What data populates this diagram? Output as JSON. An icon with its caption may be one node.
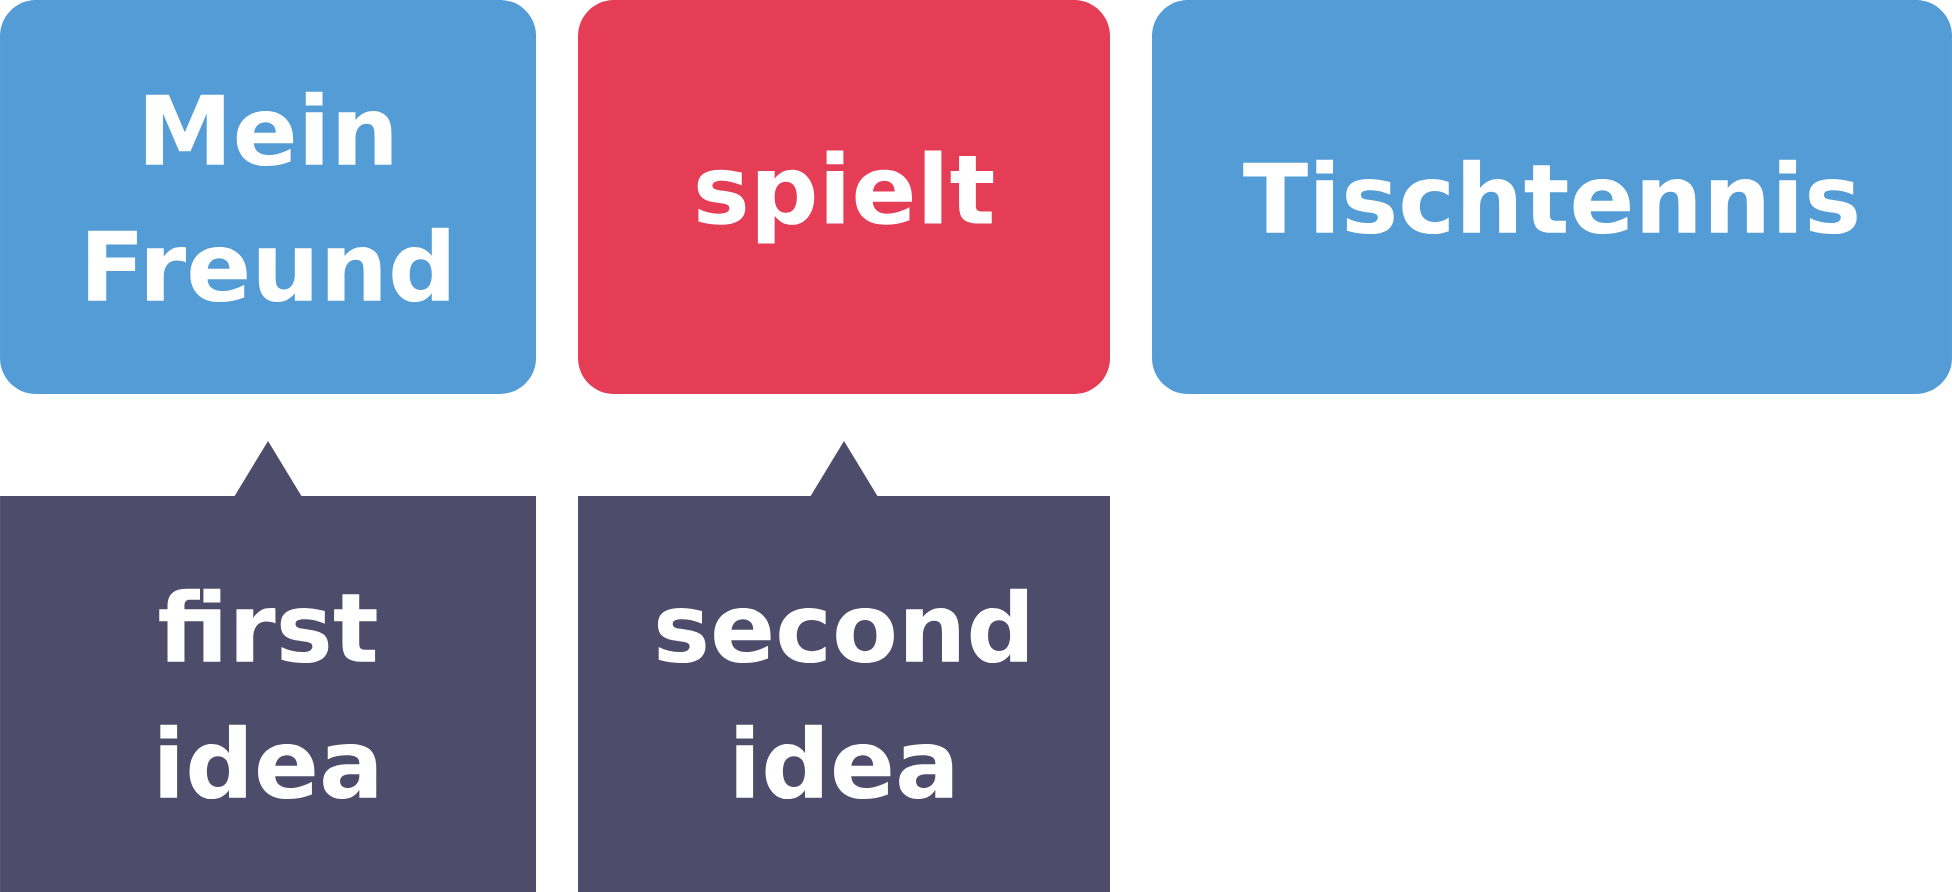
{
  "diagram": {
    "nodes": [
      {
        "text": [
          "Mein Freund"
        ]
      },
      {
        "text": [
          "spielt"
        ]
      },
      {
        "text": [
          "Tischtennis"
        ]
      },
      {
        "text": [
          "first idea"
        ]
      },
      {
        "text": [
          "second idea"
        ]
      }
    ]
  }
}
